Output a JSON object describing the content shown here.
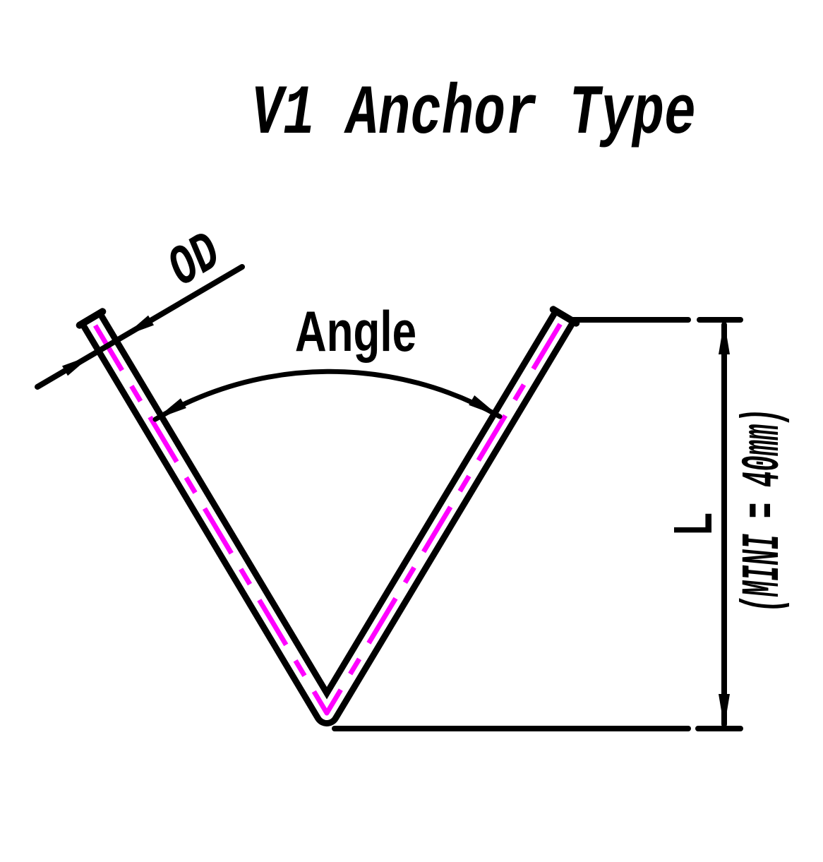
{
  "title": "V1 Anchor Type",
  "labels": {
    "od": "OD",
    "angle": "Angle",
    "length": "L",
    "length_note": "(MINI = 40mm)"
  },
  "colors": {
    "ink": "#000000",
    "centerline": "#ff00ff",
    "background": "#ffffff"
  }
}
